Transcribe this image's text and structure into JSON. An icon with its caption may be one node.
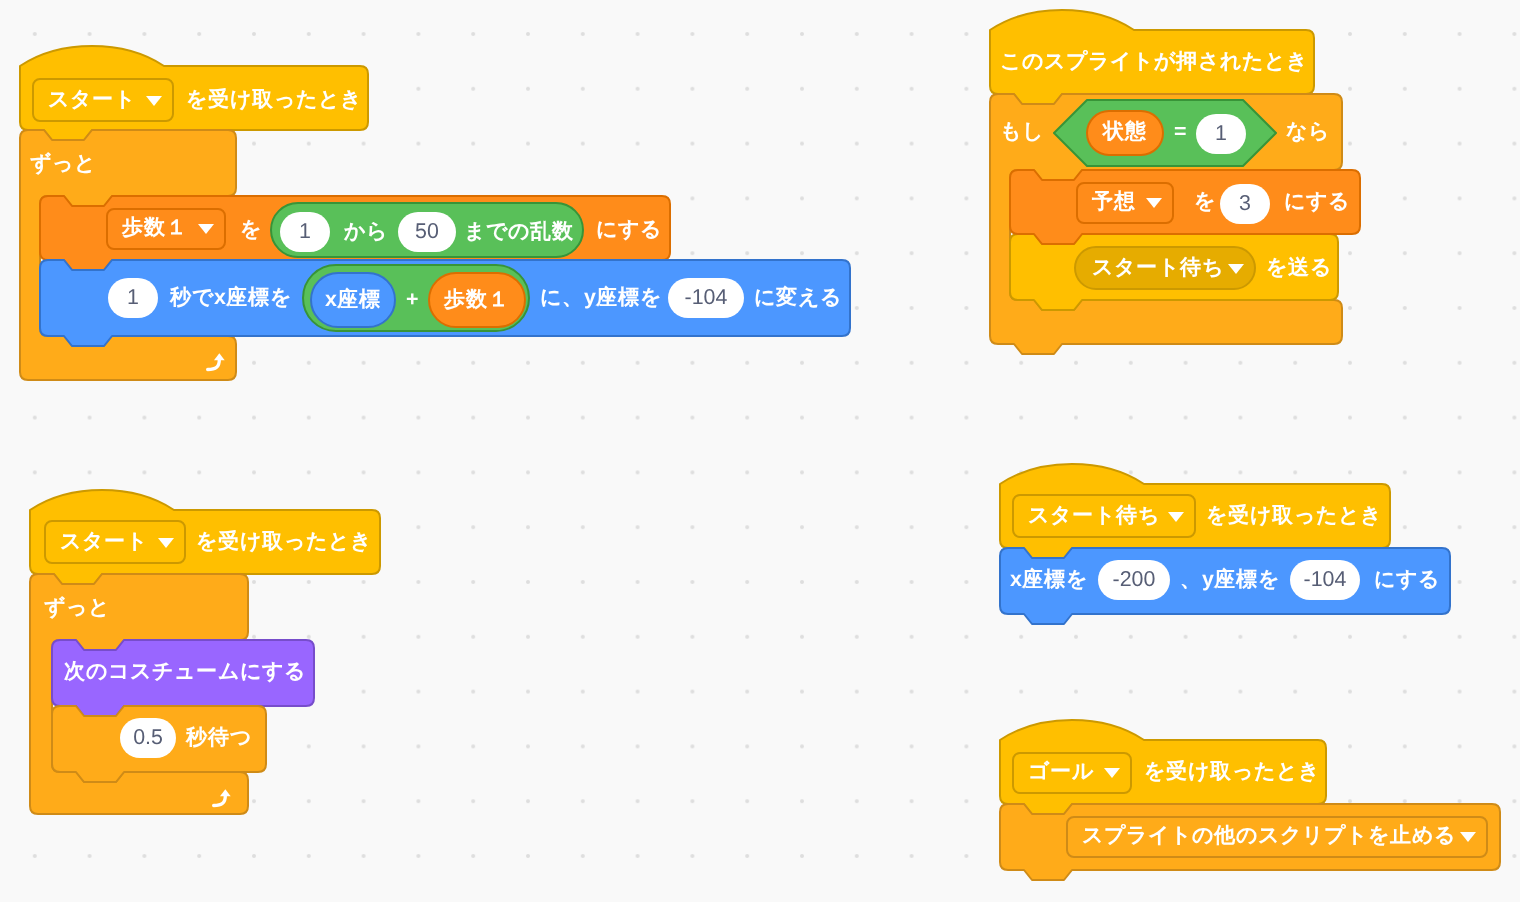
{
  "diagram": {
    "nodes": [
      {
        "text": [
          "を受け取ったとき"
        ]
      },
      {
        "text": [
          "スタート"
        ],
        "in": 0
      },
      {
        "text": [
          "ずっと"
        ]
      },
      {
        "text": [
          "を",
          "にする"
        ]
      },
      {
        "text": [
          "歩数１"
        ],
        "in": 3
      },
      {
        "text": [
          "から",
          "までの乱数"
        ],
        "in": 3
      },
      {
        "text": [
          "1"
        ],
        "in": 5
      },
      {
        "text": [
          "50"
        ],
        "in": 5
      },
      {
        "text": [
          "秒でx座標を",
          "に、y座標を",
          "に変える"
        ]
      },
      {
        "text": [
          "1"
        ],
        "in": 8
      },
      {
        "text": [
          "+"
        ],
        "in": 8
      },
      {
        "text": [
          "x座標"
        ],
        "in": 10
      },
      {
        "text": [
          "歩数１"
        ],
        "in": 10
      },
      {
        "text": [
          "-104"
        ],
        "in": 8
      },
      {
        "text": [
          "このスプライトが押されたとき"
        ]
      },
      {
        "text": [
          "もし",
          "なら"
        ]
      },
      {
        "text": [
          "="
        ],
        "in": 15
      },
      {
        "text": [
          "状態"
        ],
        "in": 16
      },
      {
        "text": [
          "1"
        ],
        "in": 16
      },
      {
        "text": [
          "を",
          "にする"
        ]
      },
      {
        "text": [
          "予想"
        ],
        "in": 19
      },
      {
        "text": [
          "3"
        ],
        "in": 19
      },
      {
        "text": [
          "を送る"
        ],
        "in": 15
      },
      {
        "text": [
          "スタート待ち"
        ],
        "in": 22
      },
      {
        "text": [
          "を受け取ったとき"
        ]
      },
      {
        "text": [
          "スタート"
        ],
        "in": 24
      },
      {
        "text": [
          "ずっと"
        ]
      },
      {
        "text": [
          "次のコスチュームにする"
        ]
      },
      {
        "text": [
          "秒待つ"
        ]
      },
      {
        "text": [
          "0.5"
        ],
        "in": 28
      },
      {
        "text": [
          "を受け取ったとき"
        ]
      },
      {
        "text": [
          "スタート待ち"
        ],
        "in": 30
      },
      {
        "text": [
          "x座標を",
          "、y座標を",
          "にする"
        ]
      },
      {
        "text": [
          "-200"
        ],
        "in": 32
      },
      {
        "text": [
          "-104"
        ],
        "in": 32
      },
      {
        "text": [
          "を受け取ったとき"
        ]
      },
      {
        "text": [
          "ゴール"
        ],
        "in": 35
      },
      {
        "text": [],
        "shape": "box"
      },
      {
        "text": [
          "スプライトの他のスクリプトを止める"
        ],
        "in": 37
      }
    ]
  }
}
